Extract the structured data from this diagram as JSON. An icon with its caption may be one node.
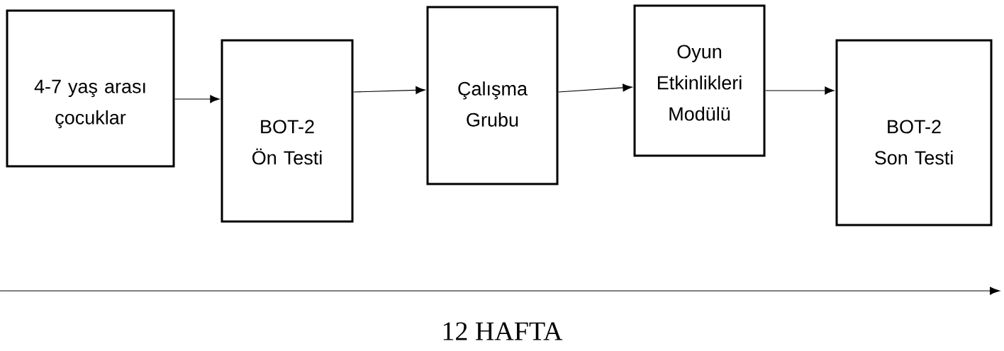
{
  "diagram": {
    "nodes": [
      {
        "text": [
          "4-7 yaş arası çocuklar"
        ]
      },
      {
        "text": [
          "BOT-2 Ön Testi"
        ]
      },
      {
        "text": [
          "Çalışma Grubu"
        ]
      },
      {
        "text": [
          "Oyun Etkinlikleri Modülü"
        ]
      },
      {
        "text": [
          "BOT-2 Son Testi"
        ]
      }
    ],
    "edges": [
      {
        "from": 0,
        "to": 1,
        "arrow": "to"
      },
      {
        "from": 1,
        "to": 2,
        "arrow": "to"
      },
      {
        "from": 2,
        "to": 3,
        "arrow": "to"
      },
      {
        "from": 3,
        "to": 4,
        "arrow": "to"
      }
    ],
    "labels": [
      "12 HAFTA"
    ]
  }
}
